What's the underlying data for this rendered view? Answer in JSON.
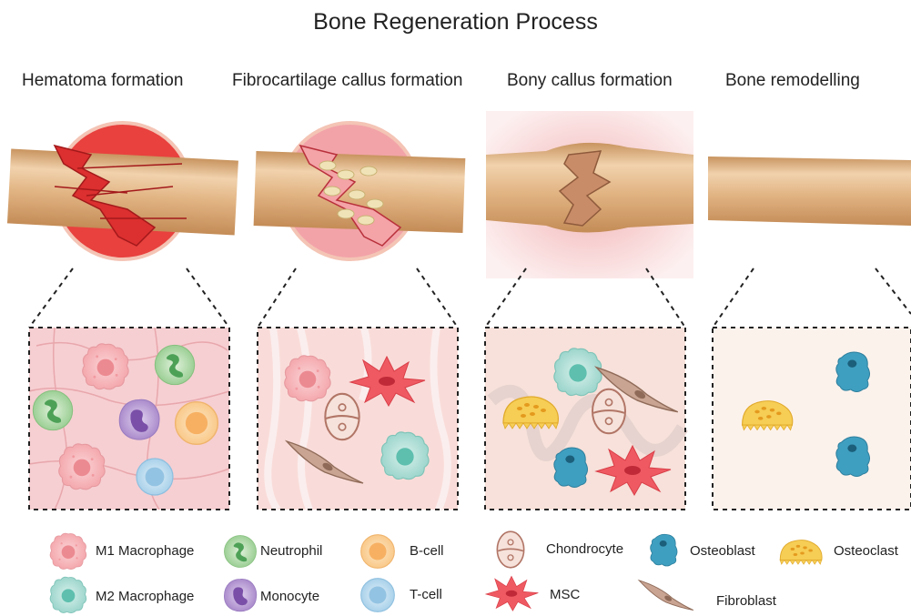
{
  "title": "Bone Regeneration Process",
  "stages": [
    {
      "label": "Hematoma formation"
    },
    {
      "label": "Fibrocartilage callus formation"
    },
    {
      "label": "Bony callus formation"
    },
    {
      "label": "Bone remodelling"
    }
  ],
  "legend": [
    {
      "label": "M1 Macrophage",
      "icon": "m1-macrophage-icon"
    },
    {
      "label": "Neutrophil",
      "icon": "neutrophil-icon"
    },
    {
      "label": "B-cell",
      "icon": "b-cell-icon"
    },
    {
      "label": "Chondrocyte",
      "icon": "chondrocyte-icon"
    },
    {
      "label": "Osteoblast",
      "icon": "osteoblast-icon"
    },
    {
      "label": "Osteoclast",
      "icon": "osteoclast-icon"
    },
    {
      "label": "M2 Macrophage",
      "icon": "m2-macrophage-icon"
    },
    {
      "label": "Monocyte",
      "icon": "monocyte-icon"
    },
    {
      "label": "T-cell",
      "icon": "t-cell-icon"
    },
    {
      "label": "MSC",
      "icon": "msc-icon"
    },
    {
      "label": "Fibroblast",
      "icon": "fibroblast-icon"
    }
  ],
  "colors": {
    "bone": "#e3b78c",
    "hematoma": "#e03a3a",
    "m1": "#f7b9bd",
    "m2": "#a8ddd5",
    "neutrophil": "#a8d8a0",
    "monocyte": "#b69ad2",
    "bcell": "#fbd39a",
    "tcell": "#b6d9ee",
    "osteoblast": "#3d9ec0",
    "osteoclast": "#f6cc55",
    "msc": "#ef5560",
    "chondrocyte": "#f3d6cc",
    "fibroblast": "#c39d89"
  }
}
